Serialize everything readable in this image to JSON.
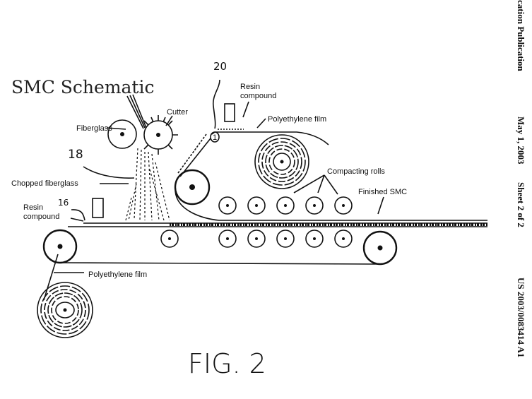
{
  "header": {
    "publication_type": "cation Publication",
    "date": "May 1, 2003",
    "sheet": "Sheet 2 of 2",
    "pub_number": "US 2003/0083414 A1"
  },
  "figure": {
    "title": "SMC Schematic",
    "caption": "FIG. 2",
    "ref_numbers": {
      "ref_20": "20",
      "ref_18": "18",
      "ref_16": "16",
      "ref_1": "1"
    },
    "labels": {
      "resin_compound_top_line1": "Resin",
      "resin_compound_top_line2": "compound",
      "polyethylene_film_top": "Polyethylene film",
      "cutter": "Cutter",
      "fiberglass": "Fiberglass",
      "chopped_fiberglass": "Chopped fiberglass",
      "resin_compound_left_line1": "Resin",
      "resin_compound_left_line2": "compound",
      "compacting_rolls": "Compacting rolls",
      "finished_smc": "Finished SMC",
      "polyethylene_film_bottom": "Polyethylene film"
    }
  },
  "colors": {
    "ink": "#111111",
    "paper": "#ffffff"
  }
}
